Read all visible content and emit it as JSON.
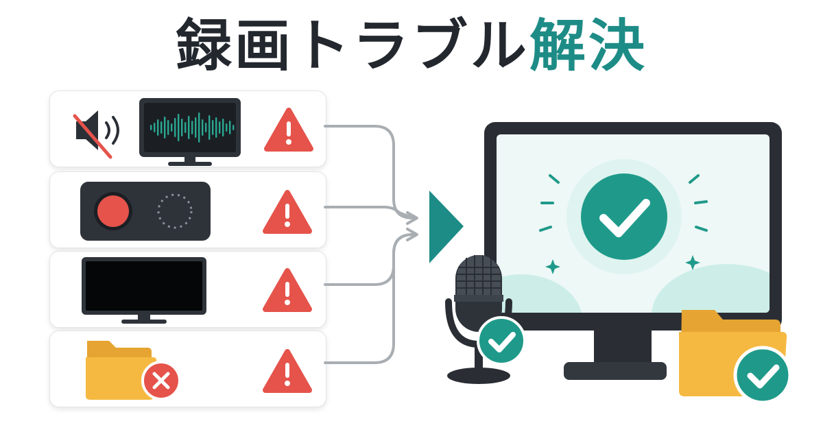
{
  "title": {
    "part_dark": "録画トラブル",
    "part_accent": "解決",
    "accent_color": "#1e8c86",
    "text_color": "#23272e"
  },
  "issues": [
    {
      "id": "audio",
      "icons": [
        "speaker-muted-icon",
        "monitor-waveform-icon"
      ],
      "status": "warning-icon"
    },
    {
      "id": "recording",
      "icons": [
        "record-button-icon",
        "loading-spinner-icon"
      ],
      "status": "warning-icon"
    },
    {
      "id": "black-screen",
      "icons": [
        "black-screen-monitor-icon"
      ],
      "status": "warning-icon"
    },
    {
      "id": "file-save",
      "icons": [
        "folder-error-icon"
      ],
      "status": "warning-icon"
    }
  ],
  "resolved": {
    "icons": [
      "monitor-check-icon",
      "microphone-check-icon",
      "folder-check-icon"
    ]
  },
  "colors": {
    "warning": "#e5534b",
    "success": "#1f9a8a",
    "arrow": "#1e8c86",
    "connector": "#a9aeb3",
    "folder": "#f5b942"
  }
}
